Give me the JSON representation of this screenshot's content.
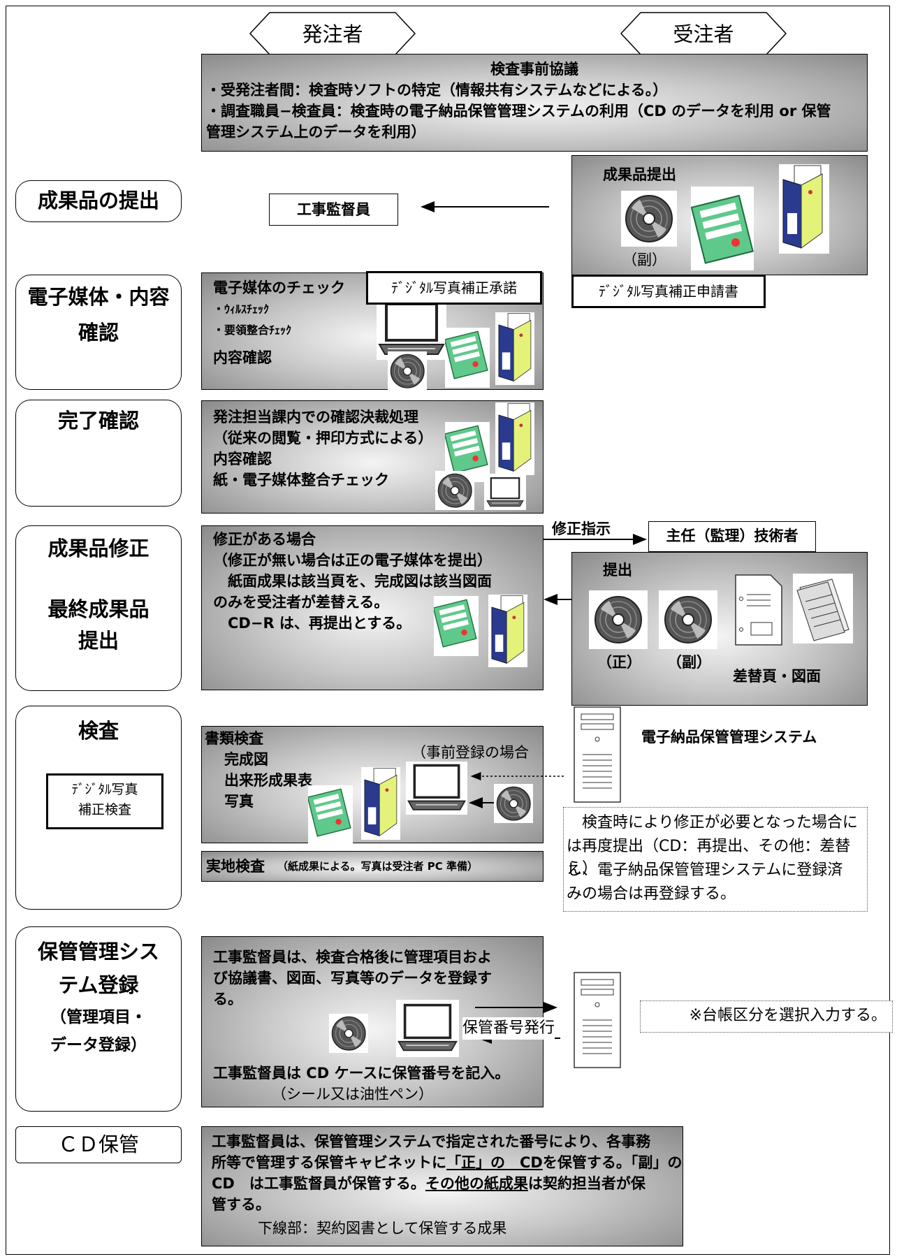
{
  "headers": {
    "orderer": "発注者",
    "contractor": "受注者"
  },
  "pre_inspection": {
    "title": "検査事前協議",
    "line1": "・受発注者間：検査時ソフトの特定（情報共有システムなどによる。）",
    "line2": "・調査職員−検査員：検査時の電子納品保管管理システムの利用（CD のデータを利用 or 保管",
    "line3": "管理システム上のデータを利用）"
  },
  "stages": {
    "submission": "成果品の提出",
    "media_check_1": "電子媒体・内容",
    "media_check_2": "確認",
    "completion": "完了確認",
    "revision_1": "成果品修正",
    "revision_2": "最終成果品",
    "revision_3": "提出",
    "inspection": "検査",
    "registration_1": "保管管理シス",
    "registration_2": "テム登録",
    "registration_3": "（管理項目・",
    "registration_4": "データ登録）",
    "cd_storage": "ＣＤ保管"
  },
  "submission": {
    "supervisor": "工事監督員",
    "deliverable_title": "成果品提出",
    "copy_label": "（副）"
  },
  "media_check": {
    "title": "電子媒体のチェック",
    "virus": "・ｳｨﾙｽﾁｪｯｸ",
    "guideline": "・要領整合ﾁｪｯｸ",
    "content": "内容確認",
    "approval": "ﾃﾞｼﾞﾀﾙ写真補正承諾",
    "application": "ﾃﾞｼﾞﾀﾙ写真補正申請書"
  },
  "completion": {
    "line1": "発注担当課内での確認決裁処理",
    "line2": "（従来の閲覧・押印方式による）",
    "line3": "内容確認",
    "line4": "紙・電子媒体整合チェック"
  },
  "revision": {
    "instruction_label": "修正指示",
    "engineer": "主任（監理）技術者",
    "line1": "修正がある場合",
    "line2": "（修正が無い場合は正の電子媒体を提出）",
    "line3": "　紙面成果は該当頁を、完成図は該当図面",
    "line4": "のみを受注者が差替える。",
    "line5": "　CD−R は、再提出とする。",
    "submit_title": "提出",
    "original_label": "（正）",
    "copy_label": "（副）",
    "replacement": "差替頁・図面"
  },
  "inspection": {
    "photo_check_1": "ﾃﾞｼﾞﾀﾙ写真",
    "photo_check_2": "補正検査",
    "doc_inspection": "書類検査",
    "item1": "完成図",
    "item2": "出来形成果表",
    "item3": "写真",
    "pre_registered": "（事前登録の場合※）",
    "system_name": "電子納品保管管理システム",
    "note1": "　検査時により修正が必要となった場合に",
    "note2": "は再度提出（CD：再提出、その他：差替え）",
    "note3": "し、電子納品保管管理システムに登録済",
    "note4": "みの場合は再登録する。",
    "field_inspection": "実地検査",
    "field_note": "（紙成果による。写真は受注者 PC 準備）"
  },
  "registration": {
    "line1": "工事監督員は、検査合格後に管理項目およ",
    "line2": "び協議書、図面、写真等のデータを登録す",
    "line3": "る。",
    "storage_number_issue": "保管番号発行",
    "ledger_note": "※台帳区分を選択入力する。",
    "line4": "工事監督員は CD ケースに保管番号を記入。",
    "line5": "（シール又は油性ペン）"
  },
  "cd_storage": {
    "line1": "工事監督員は、保管管理システムで指定された番号により、各事務",
    "line2a": "所等で管理する保管キャビネットに",
    "line2b": "「正」の　CD",
    "line2c": "を保管する。「副」の",
    "line3a": "CD　は工事監督員が保管する。",
    "line3b": "その他の紙成果",
    "line3c": "は契約担当者が保",
    "line4": "管する。",
    "footnote": "下線部：契約図書として保管する成果"
  },
  "icon_colors": {
    "book": "#5fc98b",
    "binder_blue": "#2a3a8f",
    "binder_yellow": "#e4f27a"
  }
}
